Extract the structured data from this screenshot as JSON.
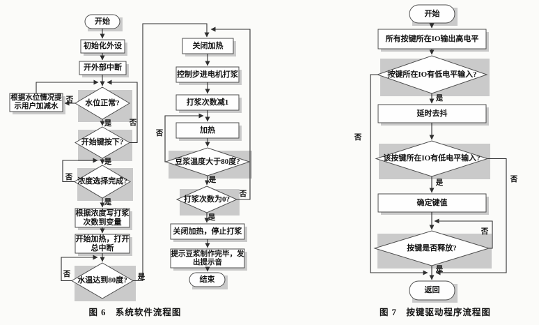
{
  "labels": {
    "yes": "是",
    "no": "否"
  },
  "fig6": {
    "caption": "图 6　系统软件流程图",
    "nodes": {
      "start": "开始",
      "init": "初始化外设",
      "open_ext_int": "开外部中断",
      "water_ok": "水位正常?",
      "water_prompt": "根据水位情况提\n示用户加减水",
      "start_key": "开始键按下?",
      "conc_done": "浓度选择完成?",
      "write_var": "根据浓度写打浆\n次数到变量",
      "heat_on": "开始加热，打开\n总中断",
      "water_80": "水温达到80度?",
      "heat_off": "关闭加热",
      "stepper": "控制步进电机打浆",
      "count_dec": "打浆次数减1",
      "heat": "加热",
      "temp_80": "豆浆温度大于80度?",
      "count_0": "打浆次数为0?",
      "stop_all": "关闭加热，停止打浆",
      "notify": "提示豆浆制作完毕，发\n出提示音",
      "end": "结束"
    }
  },
  "fig7": {
    "caption": "图 7　按键驱动程序流程图",
    "nodes": {
      "start": "开始",
      "all_high": "所有按键所在IO输出高电平",
      "key_low": "按键所在IO有低电平输入?",
      "debounce": "延时去抖",
      "key_low2": "该按键所在IO有低电平输入?",
      "key_value": "确定键值",
      "released": "按键是否释放?",
      "ret": "返回"
    }
  },
  "colors": {
    "bg": "#fbfbf9",
    "fill": "#fefefe",
    "border": "#4d4d4d",
    "shadow": "#cacaca",
    "line": "#2f2f2f",
    "text": "#141414"
  }
}
